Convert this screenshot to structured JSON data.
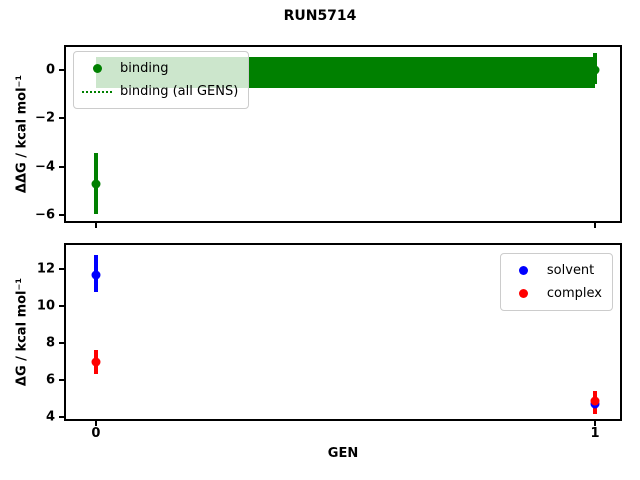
{
  "title": "RUN5714",
  "colors": {
    "binding": "#008000",
    "solvent": "#0000ff",
    "complex": "#ff0000",
    "axis": "#000000"
  },
  "chart_data": [
    {
      "type": "scatter",
      "ylabel": "ΔΔG / kcal mol⁻¹",
      "xlabel": "",
      "xlim": [
        -0.06,
        1.05
      ],
      "ylim": [
        -6.25,
        0.95
      ],
      "grid": false,
      "yticks": [
        {
          "v": 0,
          "label": "0"
        },
        {
          "v": -2,
          "label": "−2"
        },
        {
          "v": -4,
          "label": "−4"
        },
        {
          "v": -6,
          "label": "−6"
        }
      ],
      "xticks": [
        {
          "v": 0,
          "label": ""
        },
        {
          "v": 1,
          "label": ""
        }
      ],
      "series": [
        {
          "name": "binding",
          "color": "#008000",
          "points": [
            {
              "x": 0,
              "y": -4.7,
              "err_lo": -5.95,
              "err_hi": -3.45
            },
            {
              "x": 1,
              "y": 0.0,
              "err_lo": -0.6,
              "err_hi": 0.7
            }
          ]
        }
      ],
      "hline": {
        "name": "binding (all GENS)",
        "value": -0.05,
        "band_lo": -0.75,
        "band_hi": 0.55,
        "x_start": 0,
        "x_end": 1,
        "color": "#008000"
      },
      "legend": {
        "position": "upper-left",
        "entries": [
          {
            "label": "binding",
            "glyph": "dot",
            "color": "#008000"
          },
          {
            "label": "binding (all GENS)",
            "glyph": "dotted-line",
            "color": "#008000"
          }
        ]
      }
    },
    {
      "type": "scatter",
      "ylabel": "ΔG / kcal mol⁻¹",
      "xlabel": "GEN",
      "xlim": [
        -0.06,
        1.05
      ],
      "ylim": [
        3.9,
        13.3
      ],
      "grid": false,
      "yticks": [
        {
          "v": 12,
          "label": "12"
        },
        {
          "v": 10,
          "label": "10"
        },
        {
          "v": 8,
          "label": "8"
        },
        {
          "v": 6,
          "label": "6"
        },
        {
          "v": 4,
          "label": "4"
        }
      ],
      "xticks": [
        {
          "v": 0,
          "label": "0"
        },
        {
          "v": 1,
          "label": "1"
        }
      ],
      "series": [
        {
          "name": "solvent",
          "color": "#0000ff",
          "points": [
            {
              "x": 0,
              "y": 11.7,
              "err_lo": 10.75,
              "err_hi": 12.75
            },
            {
              "x": 1,
              "y": 4.7,
              "err_lo": 4.3,
              "err_hi": 5.2
            }
          ]
        },
        {
          "name": "complex",
          "color": "#ff0000",
          "points": [
            {
              "x": 0,
              "y": 7.0,
              "err_lo": 6.35,
              "err_hi": 7.65
            },
            {
              "x": 1,
              "y": 4.85,
              "err_lo": 4.15,
              "err_hi": 5.4
            }
          ]
        }
      ],
      "legend": {
        "position": "upper-right",
        "entries": [
          {
            "label": "solvent",
            "glyph": "dot",
            "color": "#0000ff"
          },
          {
            "label": "complex",
            "glyph": "dot",
            "color": "#ff0000"
          }
        ]
      }
    }
  ]
}
